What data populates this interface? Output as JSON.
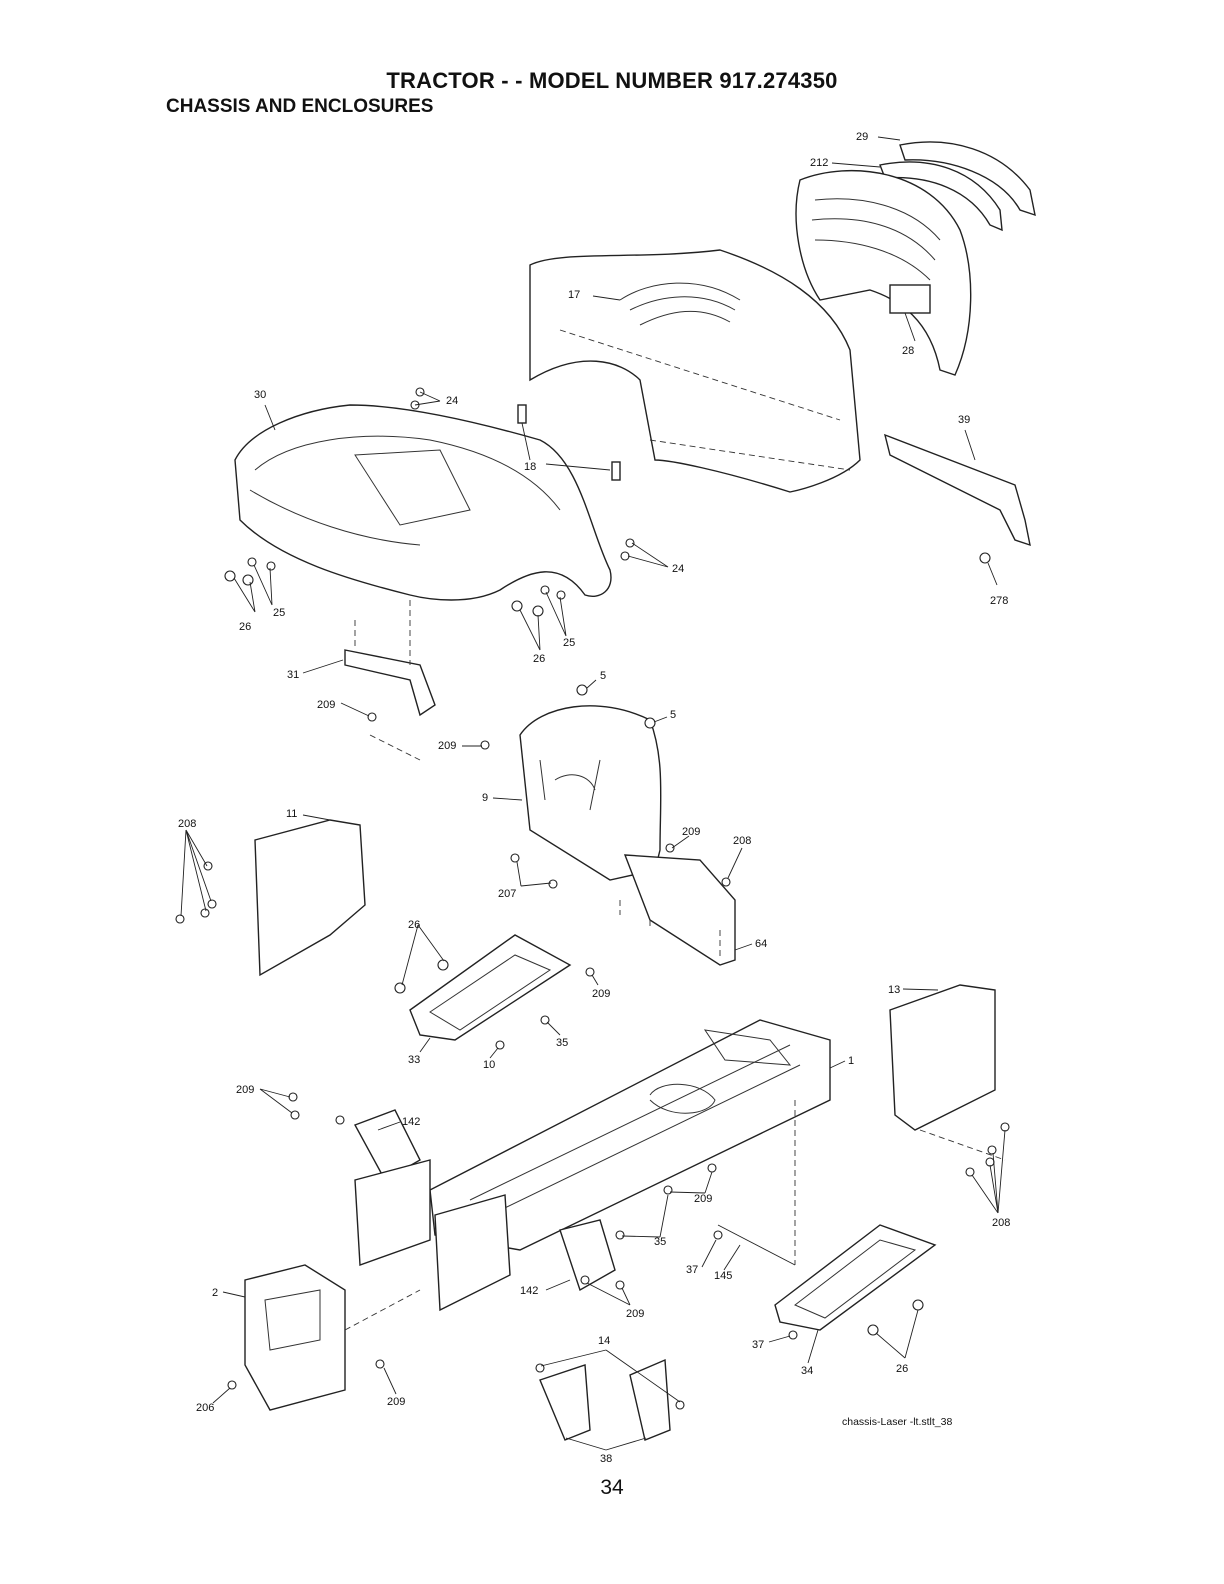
{
  "header": {
    "title": "TRACTOR - - MODEL NUMBER  917.274350",
    "subtitle": "CHASSIS AND ENCLOSURES"
  },
  "callouts": [
    "29",
    "212",
    "17",
    "28",
    "30",
    "24",
    "18",
    "39",
    "278",
    "24",
    "25",
    "26",
    "26",
    "25",
    "31",
    "209",
    "5",
    "5",
    "209",
    "9",
    "11",
    "208",
    "209",
    "208",
    "207",
    "64",
    "26",
    "209",
    "35",
    "33",
    "10",
    "13",
    "1",
    "209",
    "142",
    "209",
    "35",
    "37",
    "145",
    "208",
    "2",
    "142",
    "209",
    "14",
    "37",
    "34",
    "26",
    "206",
    "209",
    "38"
  ],
  "footer": {
    "drawing_ref": "chassis-Laser -lt.stlt_38",
    "page_number": "34"
  }
}
